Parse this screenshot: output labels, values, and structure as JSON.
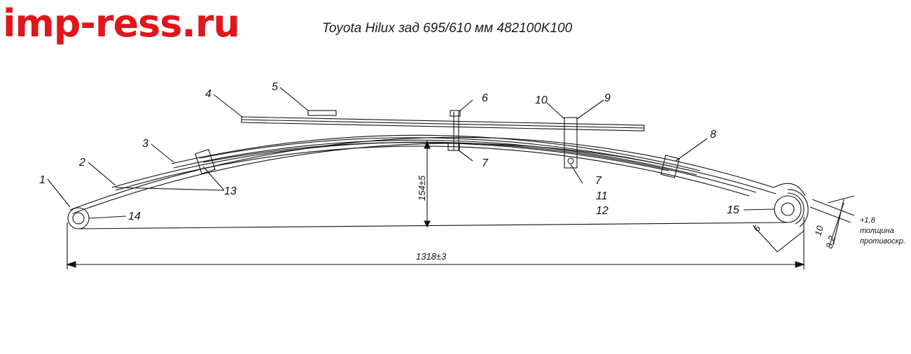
{
  "header": {
    "logo": "imp-ress.ru",
    "title": "Toyota Hilux зад 695/610 мм 482100K100"
  },
  "colors": {
    "logo": "#e0161c",
    "line": "#111111"
  },
  "callouts": [
    "1",
    "2",
    "3",
    "4",
    "5",
    "6",
    "7",
    "7",
    "8",
    "9",
    "10",
    "11",
    "12",
    "13",
    "14",
    "15"
  ],
  "dimensions": {
    "length": "1318±3",
    "height": "154±5",
    "eye_offset": "6",
    "thickness_a": "10",
    "thickness_b": "8,2",
    "note_1": "+1,8",
    "note_2": "толщина",
    "note_3": "противоскр."
  }
}
